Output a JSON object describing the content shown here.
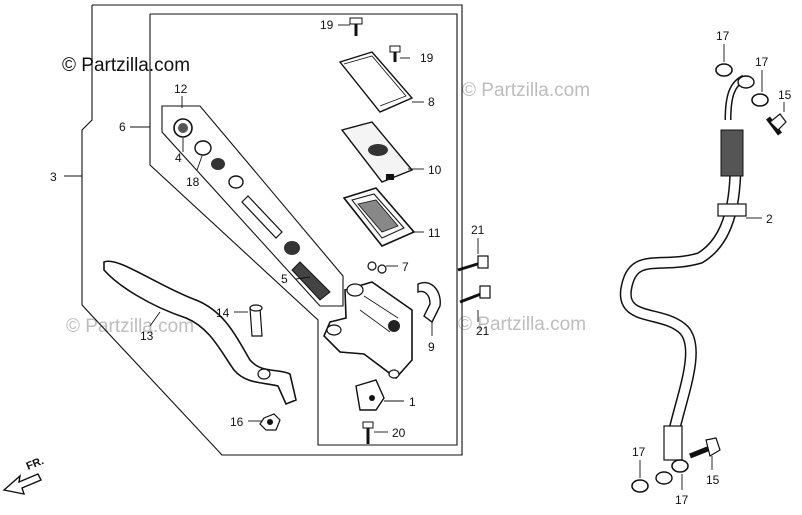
{
  "watermark": {
    "main": "© Partzilla.com",
    "faint": "© Partzilla.com"
  },
  "direction_label": "FR.",
  "callouts": {
    "c1": "1",
    "c2": "2",
    "c3": "3",
    "c4": "4",
    "c5": "5",
    "c6": "6",
    "c7": "7",
    "c8": "8",
    "c9": "9",
    "c10": "10",
    "c11": "11",
    "c12": "12",
    "c13": "13",
    "c14": "14",
    "c15a": "15",
    "c15b": "15",
    "c16": "16",
    "c17a": "17",
    "c17b": "17",
    "c17c": "17",
    "c17d": "17",
    "c18": "18",
    "c19a": "19",
    "c19b": "19",
    "c20": "20",
    "c21a": "21",
    "c21b": "21"
  }
}
